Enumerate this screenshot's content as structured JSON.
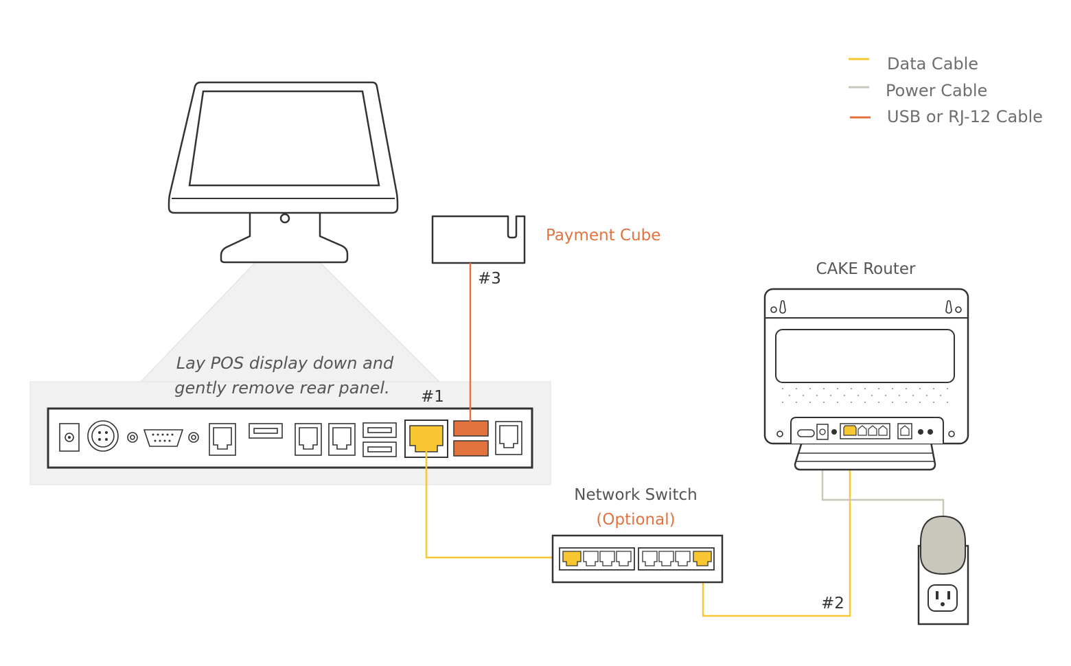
{
  "legend": {
    "items": [
      {
        "label": "Data Cable",
        "color": "#f9c731"
      },
      {
        "label": "Power Cable",
        "color": "#c9c7bc"
      },
      {
        "label": "USB or RJ-12 Cable",
        "color": "#e2733f"
      }
    ]
  },
  "labels": {
    "payment_cube": "Payment Cube",
    "cake_router": "CAKE Router",
    "network_switch": "Network Switch",
    "optional": "(Optional)",
    "instruction_line1": "Lay POS display down and",
    "instruction_line2": "gently remove rear panel."
  },
  "steps": {
    "step1": "#1",
    "step2": "#2",
    "step3": "#3"
  },
  "colors": {
    "data_cable": "#f9c731",
    "power_cable": "#c9c7bc",
    "usb_cable": "#e2733f",
    "outline": "#333333",
    "panel_bg": "#f1f1f1",
    "plug": "#c9c7bc"
  },
  "icons": [
    "pos-monitor-icon",
    "payment-cube-icon",
    "router-icon",
    "network-switch-icon",
    "wall-outlet-icon",
    "ethernet-port-icon",
    "usb-port-icon"
  ]
}
